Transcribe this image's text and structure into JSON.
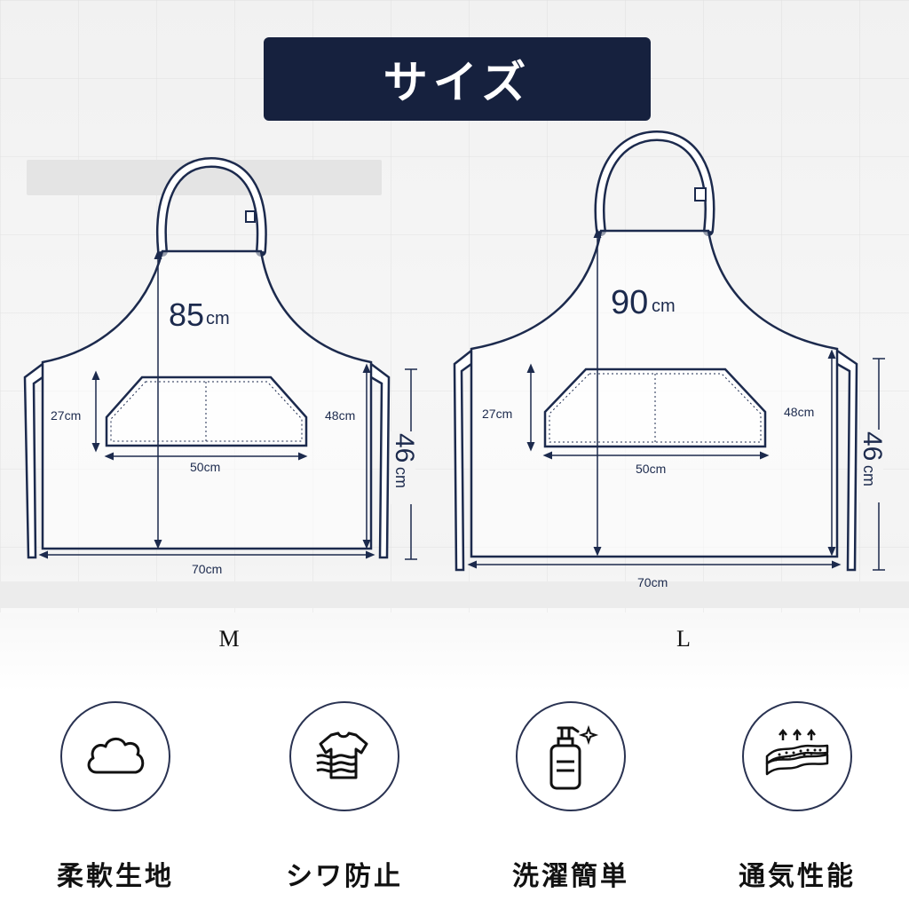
{
  "title": "サイズ",
  "sizes": [
    {
      "label": "M",
      "length": "85",
      "length_unit": "cm",
      "pocket_height": "27cm",
      "pocket_width": "50cm",
      "side_height": "48cm",
      "skirt_height": "46",
      "skirt_unit": "cm",
      "width": "70cm"
    },
    {
      "label": "L",
      "length": "90",
      "length_unit": "cm",
      "pocket_height": "27cm",
      "pocket_width": "50cm",
      "side_height": "48cm",
      "skirt_height": "46",
      "skirt_unit": "cm",
      "width": "70cm"
    }
  ],
  "features": [
    {
      "icon": "cloud-icon",
      "label": "柔軟生地"
    },
    {
      "icon": "shirt-wrinkle-icon",
      "label": "シワ防止"
    },
    {
      "icon": "soap-bottle-icon",
      "label": "洗濯簡単"
    },
    {
      "icon": "breathable-fabric-icon",
      "label": "通気性能"
    }
  ],
  "colors": {
    "navy": "#16213e",
    "outline": "#1c2a4d"
  }
}
